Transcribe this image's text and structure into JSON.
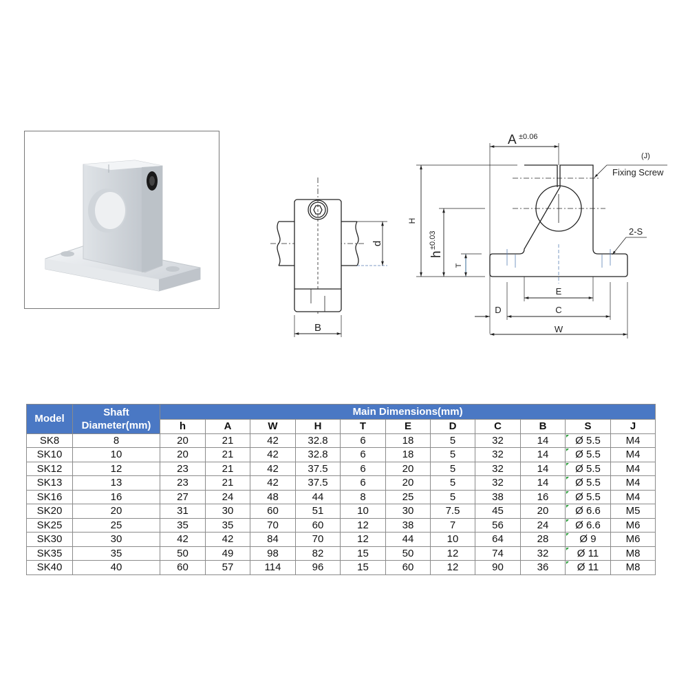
{
  "drawing": {
    "side_view": {
      "dim_A": "A",
      "tol_A": "±0.06",
      "dim_H": "H",
      "dim_h": "h",
      "tol_h": "±0.03",
      "dim_T": "T",
      "dim_E": "E",
      "dim_D": "D",
      "dim_C": "C",
      "dim_W": "W",
      "screw_code": "(J)",
      "screw_label": "Fixing Screw",
      "hole_label": "2-S"
    },
    "front_view": {
      "dim_d": "d",
      "dim_B": "B"
    }
  },
  "table": {
    "header_model": "Model",
    "header_shaft_1": "Shaft",
    "header_shaft_2": "Diameter(mm)",
    "header_main": "Main Dimensions(mm)",
    "columns": [
      "h",
      "A",
      "W",
      "H",
      "T",
      "E",
      "D",
      "C",
      "B",
      "S",
      "J"
    ],
    "rows": [
      [
        "SK8",
        "8",
        "20",
        "21",
        "42",
        "32.8",
        "6",
        "18",
        "5",
        "32",
        "14",
        "Ø 5.5",
        "M4"
      ],
      [
        "SK10",
        "10",
        "20",
        "21",
        "42",
        "32.8",
        "6",
        "18",
        "5",
        "32",
        "14",
        "Ø 5.5",
        "M4"
      ],
      [
        "SK12",
        "12",
        "23",
        "21",
        "42",
        "37.5",
        "6",
        "20",
        "5",
        "32",
        "14",
        "Ø 5.5",
        "M4"
      ],
      [
        "SK13",
        "13",
        "23",
        "21",
        "42",
        "37.5",
        "6",
        "20",
        "5",
        "32",
        "14",
        "Ø 5.5",
        "M4"
      ],
      [
        "SK16",
        "16",
        "27",
        "24",
        "48",
        "44",
        "8",
        "25",
        "5",
        "38",
        "16",
        "Ø 5.5",
        "M4"
      ],
      [
        "SK20",
        "20",
        "31",
        "30",
        "60",
        "51",
        "10",
        "30",
        "7.5",
        "45",
        "20",
        "Ø 6.6",
        "M5"
      ],
      [
        "SK25",
        "25",
        "35",
        "35",
        "70",
        "60",
        "12",
        "38",
        "7",
        "56",
        "24",
        "Ø 6.6",
        "M6"
      ],
      [
        "SK30",
        "30",
        "42",
        "42",
        "84",
        "70",
        "12",
        "44",
        "10",
        "64",
        "28",
        "Ø 9",
        "M6"
      ],
      [
        "SK35",
        "35",
        "50",
        "49",
        "98",
        "82",
        "15",
        "50",
        "12",
        "74",
        "32",
        "Ø 11",
        "M8"
      ],
      [
        "SK40",
        "40",
        "60",
        "57",
        "114",
        "96",
        "15",
        "60",
        "12",
        "90",
        "36",
        "Ø 11",
        "M8"
      ]
    ]
  },
  "colors": {
    "header_blue": "#4a78c4",
    "grid": "#8a8a8a"
  }
}
